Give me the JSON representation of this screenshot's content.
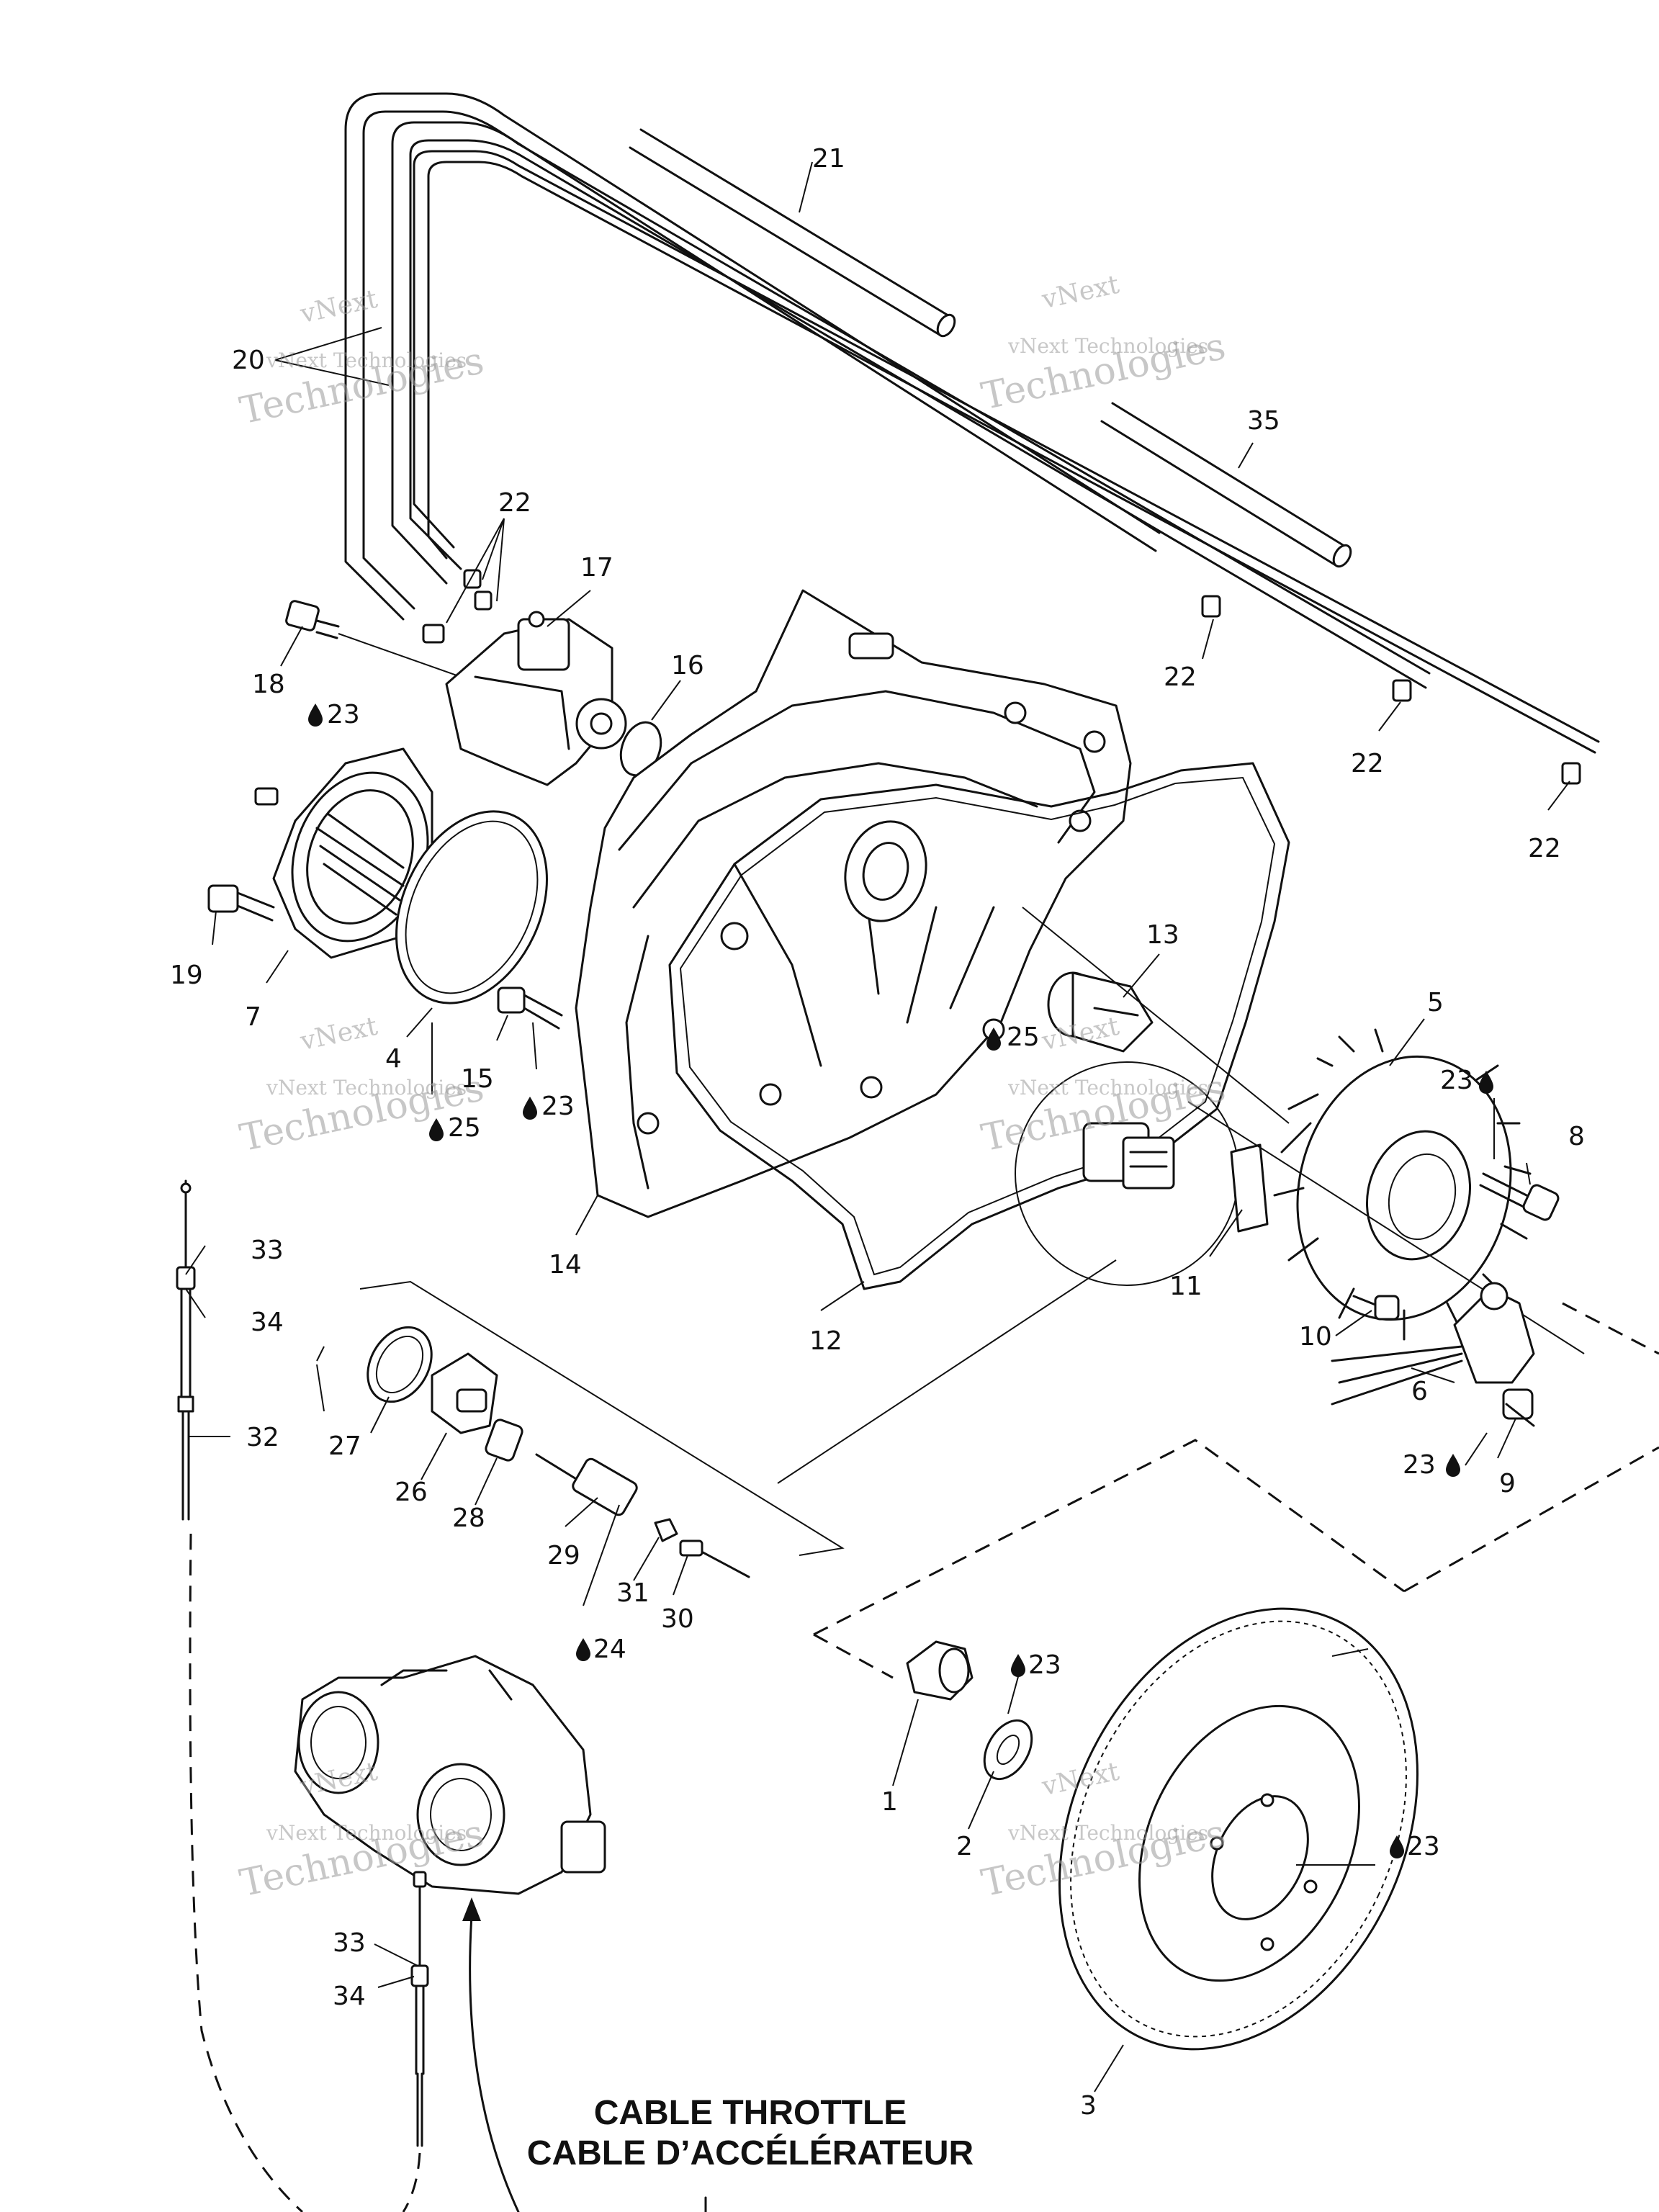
{
  "watermark": {
    "line1": "vNext",
    "line2": "vNext Technologies",
    "line3": "Technologies"
  },
  "title": {
    "line1": "CABLE THROTTLE",
    "line2": "CABLE D’ACCÉLÉRATEUR"
  },
  "callouts": {
    "c1": "1",
    "c2": "2",
    "c3": "3",
    "c4": "4",
    "c5": "5",
    "c6": "6",
    "c7": "7",
    "c8": "8",
    "c9": "9",
    "c10": "10",
    "c11": "11",
    "c12": "12",
    "c13": "13",
    "c14": "14",
    "c15": "15",
    "c16": "16",
    "c17": "17",
    "c18": "18",
    "c19": "19",
    "c20": "20",
    "c21": "21",
    "c22a": "22",
    "c22b": "22",
    "c22c": "22",
    "c22d": "22",
    "c23a": "23",
    "c23b": "23",
    "c23c": "23",
    "c23d": "23",
    "c23e": "23",
    "c23f": "23",
    "c24": "24",
    "c25a": "25",
    "c25b": "25",
    "c26": "26",
    "c27": "27",
    "c28": "28",
    "c29": "29",
    "c30": "30",
    "c31": "31",
    "c32": "32",
    "c33a": "33",
    "c33b": "33",
    "c34a": "34",
    "c34b": "34",
    "c35": "35"
  },
  "icons": {
    "drop": "sealant-drop-icon",
    "arrow": "arrow-up-icon"
  }
}
